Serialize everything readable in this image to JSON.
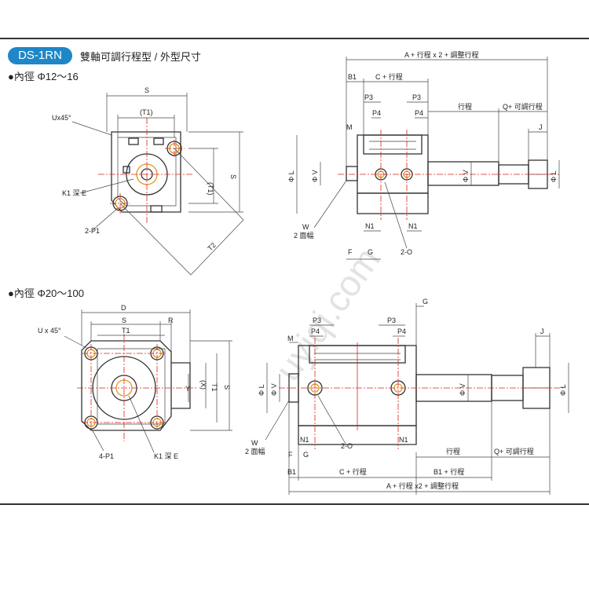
{
  "header": {
    "model": "DS-1RN",
    "subtitle": "雙軸可調行程型 / 外型尺寸"
  },
  "watermark": "uyiqi.com",
  "section1": {
    "title": "●內徑 Φ12～16",
    "front": {
      "S": "S",
      "T1": "(T1)",
      "T1v": "(T1)",
      "Sv": "S",
      "T2": "T2",
      "chamfer": "Ux45°",
      "K1": "K1 深 E",
      "P1": "2-P1"
    },
    "side": {
      "total": "A + 行程 x 2 + 調整行程",
      "B1": "B1",
      "C": "C + 行程",
      "P3a": "P3",
      "P3b": "P3",
      "P4a": "P4",
      "P4b": "P4",
      "stroke": "行程",
      "Q": "Q+ 可調行程",
      "M": "M",
      "J": "J",
      "phiL": "Φ L",
      "phiV": "Φ V",
      "phiV2": "Φ V",
      "phiL2": "Φ L",
      "N1a": "N1",
      "N1b": "N1",
      "W": "W",
      "W2": "2 面幅",
      "F": "F",
      "G": "G",
      "O": "2-O"
    }
  },
  "section2": {
    "title": "●內徑 Φ20～100",
    "front": {
      "D": "D",
      "S": "S",
      "R": "R",
      "T1": "T1",
      "X": "(X)",
      "T1v": "T1",
      "Sv": "S",
      "Y": "Y",
      "chamfer": "U x 45°",
      "P1": "4-P1",
      "K1": "K1 深 E"
    },
    "side": {
      "G": "G",
      "P3a": "P3",
      "P3b": "P3",
      "P4a": "P4",
      "P4b": "P4",
      "M": "M",
      "J": "J",
      "phiL": "Φ L",
      "phiV": "Φ V",
      "phiV2": "Φ V",
      "phiL2": "Φ L",
      "N1a": "N1",
      "N1b": "N1",
      "O": "2-O",
      "W": "W",
      "W2": "2 面幅",
      "F": "F",
      "G2": "G",
      "stroke": "行程",
      "Q": "Q+ 可調行程",
      "B1": "B1",
      "C": "C + 行程",
      "B1s": "B1 + 行程",
      "total": "A + 行程 x2 + 調整行程"
    }
  }
}
